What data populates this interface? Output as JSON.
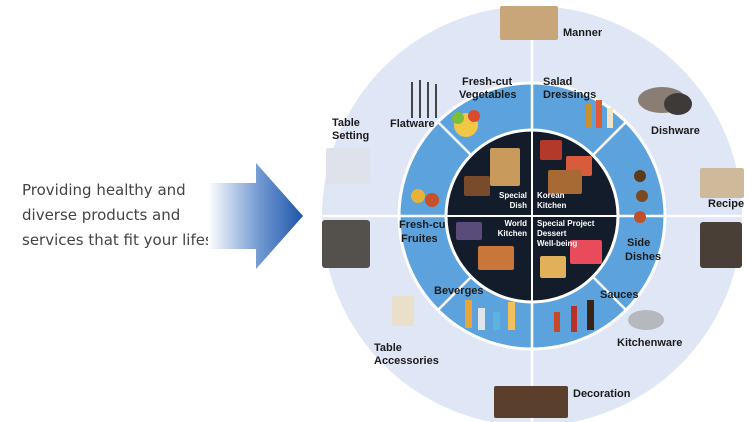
{
  "intro": {
    "lines": [
      "Providing healthy and",
      "diverse products and",
      "services that fit your lifestyle"
    ]
  },
  "colors": {
    "outer_ring": "#dfe6f5",
    "middle_ring": "#4c97d6",
    "middle_ring_light": "#8ec2ec",
    "inner_disc": "#131c2a",
    "arrow_dark": "#1f56a8",
    "divider": "#ffffff"
  },
  "outer_ring": {
    "manner": "Manner",
    "dishware": "Dishware",
    "recipe": "Recipe",
    "kitchenware": "Kitchenware",
    "decoration": "Decoration",
    "table_accessories": [
      "Table",
      "Accessories"
    ],
    "table_setting": [
      "Table",
      "Setting"
    ]
  },
  "middle_ring": {
    "fresh_cut_vegetables": [
      "Fresh-cut",
      "Vegetables"
    ],
    "salad_dressings": [
      "Salad",
      "Dressings"
    ],
    "flatware": "Flatware",
    "side_dishes": [
      "Side",
      "Dishes"
    ],
    "fresh_cut_fruites": [
      "Fresh-cu",
      "Fruites"
    ],
    "beverges": "Beverges",
    "sauces": "Sauces"
  },
  "inner_disc": {
    "special_dish": [
      "Special",
      "Dish"
    ],
    "korean_kitchen": [
      "Korean",
      "Kitchen"
    ],
    "world_kitchen": [
      "World",
      "Kitchen"
    ],
    "special_project": [
      "Special Project",
      "Dessert",
      "Well-being"
    ]
  }
}
